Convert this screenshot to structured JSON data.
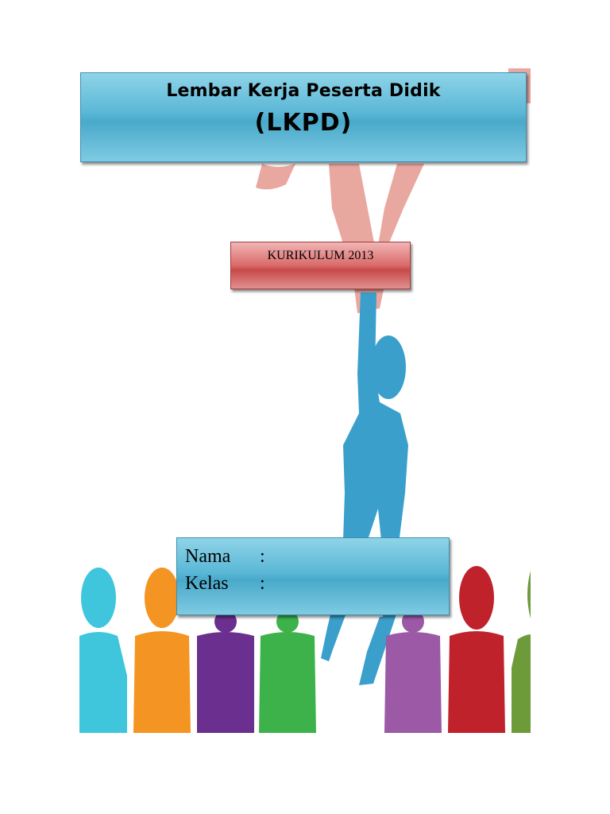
{
  "header": {
    "title_line1": "Lembar Kerja Peserta Didik",
    "title_line2": "(LKPD)"
  },
  "badge": {
    "text": "KURIKULUM 2013"
  },
  "form": {
    "fields": [
      {
        "label": "Nama",
        "separator": ":"
      },
      {
        "label": "Kelas",
        "separator": ":"
      }
    ]
  },
  "illustration": {
    "subject": "people-figures",
    "colors": {
      "hand": "#e8a79f",
      "climber": "#3a9fcb",
      "figures": [
        "#3fc6dc",
        "#f49423",
        "#6a2f8f",
        "#3db24a",
        "#9b59a6",
        "#c0222b",
        "#6e9b3a"
      ]
    }
  }
}
